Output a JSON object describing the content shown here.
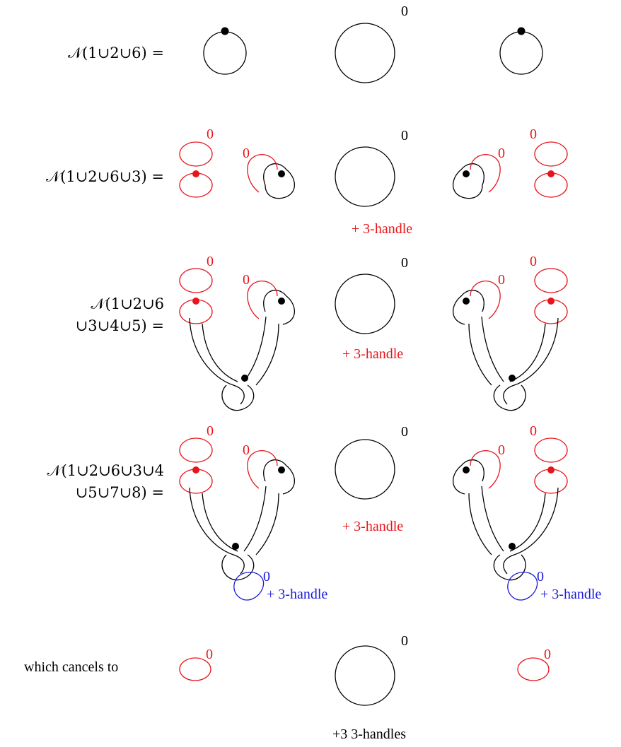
{
  "colors": {
    "black": "#000000",
    "red": "#e8141a",
    "blue": "#1a1ad8",
    "background": "#ffffff"
  },
  "rows": [
    {
      "label_lines": [
        "𝒩(1∪2∪6) ="
      ],
      "center_framing": "0",
      "center_note": ""
    },
    {
      "label_lines": [
        "𝒩(1∪2∪6∪3) ="
      ],
      "center_framing": "0",
      "center_note": "+ 3-handle",
      "framing_labels": [
        "0",
        "0",
        "0",
        "0"
      ]
    },
    {
      "label_lines": [
        "𝒩(1∪2∪6",
        "∪3∪4∪5) ="
      ],
      "center_framing": "0",
      "center_note": "+ 3-handle",
      "framing_labels": [
        "0",
        "0",
        "0",
        "0"
      ]
    },
    {
      "label_lines": [
        "𝒩(1∪2∪6∪3∪4",
        "∪5∪7∪8) ="
      ],
      "center_framing": "0",
      "center_note": "+ 3-handle",
      "framing_labels": [
        "0",
        "0",
        "0",
        "0"
      ],
      "blue_framings": [
        "0",
        "0"
      ],
      "blue_notes": [
        "+ 3-handle",
        "+ 3-handle"
      ]
    },
    {
      "label_lines": [
        "which cancels to"
      ],
      "center_framing": "0",
      "center_note": "+3 3-handles",
      "framing_labels": [
        "0",
        "0"
      ]
    }
  ]
}
